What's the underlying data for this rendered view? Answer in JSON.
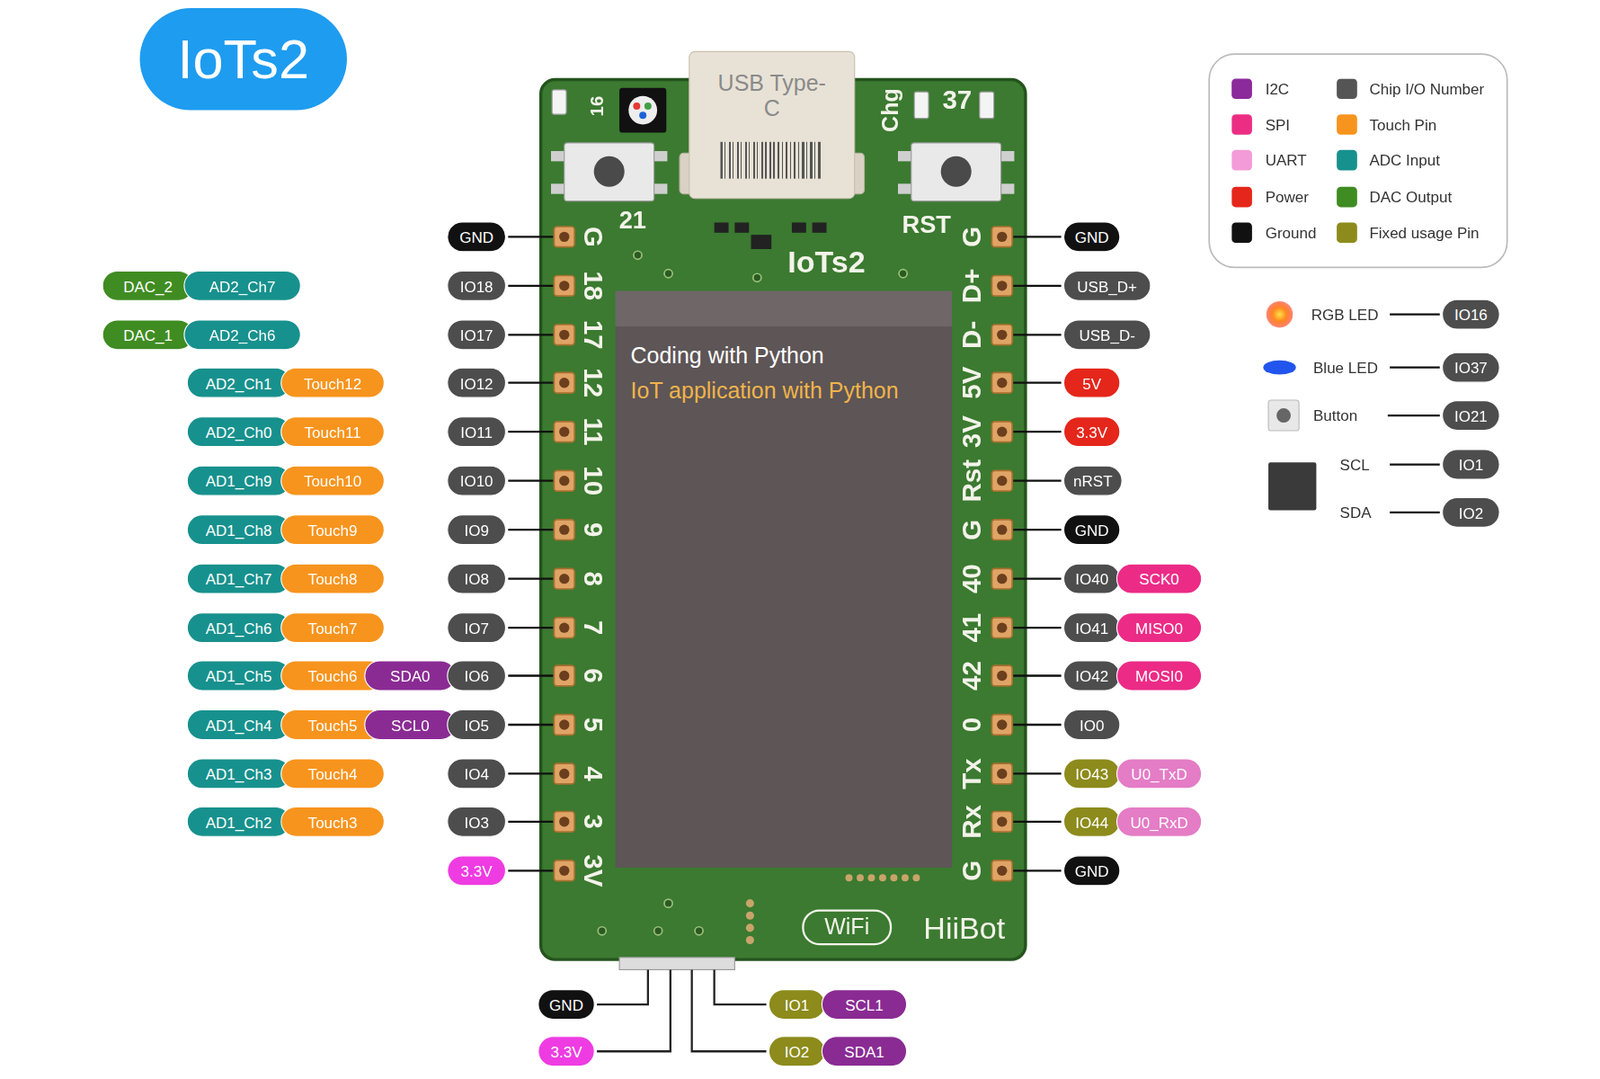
{
  "diagram": {
    "title": "IoTs2",
    "nodes": [
      {
        "text": [
          "GND"
        ]
      },
      {
        "text": [
          "DAC_2"
        ]
      },
      {
        "text": [
          "AD2_Ch7"
        ]
      },
      {
        "text": [
          "IO18"
        ]
      },
      {
        "text": [
          "DAC_1"
        ]
      },
      {
        "text": [
          "AD2_Ch6"
        ]
      },
      {
        "text": [
          "IO17"
        ]
      },
      {
        "text": [
          "AD2_Ch1"
        ]
      },
      {
        "text": [
          "Touch12"
        ]
      },
      {
        "text": [
          "IO12"
        ]
      },
      {
        "text": [
          "AD2_Ch0"
        ]
      },
      {
        "text": [
          "Touch11"
        ]
      },
      {
        "text": [
          "IO11"
        ]
      },
      {
        "text": [
          "AD1_Ch9"
        ]
      },
      {
        "text": [
          "Touch10"
        ]
      },
      {
        "text": [
          "IO10"
        ]
      },
      {
        "text": [
          "AD1_Ch8"
        ]
      },
      {
        "text": [
          "Touch9"
        ]
      },
      {
        "text": [
          "IO9"
        ]
      },
      {
        "text": [
          "AD1_Ch7"
        ]
      },
      {
        "text": [
          "Touch8"
        ]
      },
      {
        "text": [
          "IO8"
        ]
      },
      {
        "text": [
          "AD1_Ch6"
        ]
      },
      {
        "text": [
          "Touch7"
        ]
      },
      {
        "text": [
          "IO7"
        ]
      },
      {
        "text": [
          "AD1_Ch5"
        ]
      },
      {
        "text": [
          "Touch6"
        ]
      },
      {
        "text": [
          "SDA0"
        ]
      },
      {
        "text": [
          "IO6"
        ]
      },
      {
        "text": [
          "AD1_Ch4"
        ]
      },
      {
        "text": [
          "Touch5"
        ]
      },
      {
        "text": [
          "SCL0"
        ]
      },
      {
        "text": [
          "IO5"
        ]
      },
      {
        "text": [
          "AD1_Ch3"
        ]
      },
      {
        "text": [
          "Touch4"
        ]
      },
      {
        "text": [
          "IO4"
        ]
      },
      {
        "text": [
          "AD1_Ch2"
        ]
      },
      {
        "text": [
          "Touch3"
        ]
      },
      {
        "text": [
          "IO3"
        ]
      },
      {
        "text": [
          "3.3V"
        ]
      },
      {
        "text": [
          "USB Type-C"
        ]
      },
      {
        "text": [
          "Coding with Python",
          "IoT application with Python"
        ]
      },
      {
        "text": [
          "GND"
        ]
      },
      {
        "text": [
          "USB_D+"
        ]
      },
      {
        "text": [
          "USB_D-"
        ]
      },
      {
        "text": [
          "5V"
        ]
      },
      {
        "text": [
          "3.3V"
        ]
      },
      {
        "text": [
          "nRST"
        ]
      },
      {
        "text": [
          "GND"
        ]
      },
      {
        "text": [
          "IO40"
        ]
      },
      {
        "text": [
          "SCK0"
        ]
      },
      {
        "text": [
          "IO41"
        ]
      },
      {
        "text": [
          "MISO0"
        ]
      },
      {
        "text": [
          "IO42"
        ]
      },
      {
        "text": [
          "MOSI0"
        ]
      },
      {
        "text": [
          "IO0"
        ]
      },
      {
        "text": [
          "IO43"
        ]
      },
      {
        "text": [
          "U0_TxD"
        ]
      },
      {
        "text": [
          "IO44"
        ]
      },
      {
        "text": [
          "U0_RxD"
        ]
      },
      {
        "text": [
          "GND"
        ]
      },
      {
        "text": [
          "IO16"
        ]
      },
      {
        "text": [
          "IO37"
        ]
      },
      {
        "text": [
          "IO21"
        ]
      },
      {
        "text": [
          "IO1"
        ]
      },
      {
        "text": [
          "IO2"
        ]
      },
      {
        "text": [
          "GND"
        ]
      },
      {
        "text": [
          "IO1"
        ]
      },
      {
        "text": [
          "SCL1"
        ]
      },
      {
        "text": [
          "3.3V"
        ]
      },
      {
        "text": [
          "IO2"
        ]
      },
      {
        "text": [
          "SDA1"
        ]
      }
    ],
    "labels": [
      "16",
      "21",
      "Chg",
      "37",
      "RST",
      "IoTs2",
      "G",
      "18",
      "17",
      "12",
      "11",
      "10",
      "9",
      "8",
      "7",
      "6",
      "5",
      "4",
      "3",
      "3V",
      "G",
      "D+",
      "D-",
      "5V",
      "3V",
      "Rst",
      "G",
      "40",
      "41",
      "42",
      "0",
      "Tx",
      "Rx",
      "G",
      "WiFi",
      "HiiBot",
      "RGB LED",
      "Blue LED",
      "Button",
      "SCL",
      "SDA"
    ],
    "legend": [
      {
        "text": "I2C",
        "color": "#8b2a9a"
      },
      {
        "text": "Chip I/O Number",
        "color": "#555555"
      },
      {
        "text": "SPI",
        "color": "#ec2d84"
      },
      {
        "text": "Touch Pin",
        "color": "#f7941d"
      },
      {
        "text": "UART",
        "color": "#f39bd8"
      },
      {
        "text": "ADC Input",
        "color": "#17918d"
      },
      {
        "text": "Power",
        "color": "#e5261b"
      },
      {
        "text": "DAC Output",
        "color": "#3f8c22"
      },
      {
        "text": "Ground",
        "color": "#111111"
      },
      {
        "text": "Fixed usage Pin",
        "color": "#8c8b1b"
      }
    ]
  }
}
